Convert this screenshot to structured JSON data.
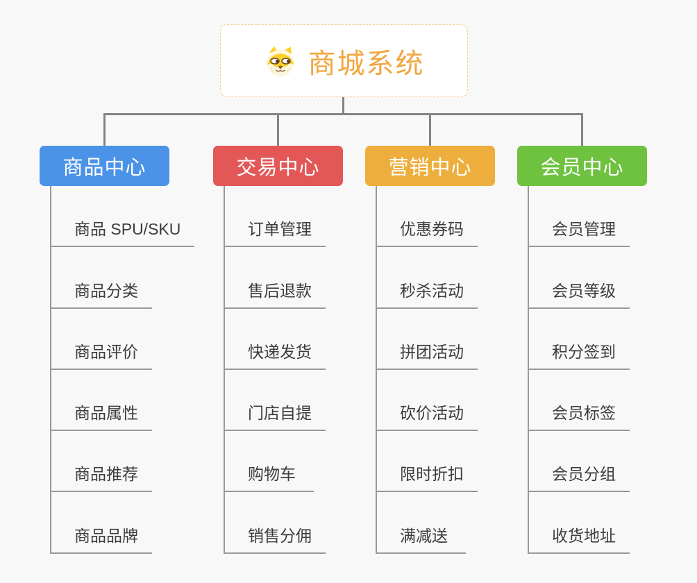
{
  "root": {
    "title": "商城系统",
    "icon": "dog-face-icon"
  },
  "branches": [
    {
      "label": "商品中心",
      "color": "#4b93e8",
      "items": [
        "商品 SPU/SKU",
        "商品分类",
        "商品评价",
        "商品属性",
        "商品推荐",
        "商品品牌"
      ]
    },
    {
      "label": "交易中心",
      "color": "#e35757",
      "items": [
        "订单管理",
        "售后退款",
        "快递发货",
        "门店自提",
        "购物车",
        "销售分佣"
      ]
    },
    {
      "label": "营销中心",
      "color": "#edae3d",
      "items": [
        "优惠券码",
        "秒杀活动",
        "拼团活动",
        "砍价活动",
        "限时折扣",
        "满减送"
      ]
    },
    {
      "label": "会员中心",
      "color": "#6ec23f",
      "items": [
        "会员管理",
        "会员等级",
        "积分签到",
        "会员标签",
        "会员分组",
        "收货地址"
      ]
    }
  ],
  "colors": {
    "background": "#f8f8f8",
    "connector": "#848484",
    "leaf_line": "#989898",
    "leaf_text": "#3c3c3c",
    "root_accent": "#f2a63e",
    "root_border": "#f2cd8e"
  }
}
